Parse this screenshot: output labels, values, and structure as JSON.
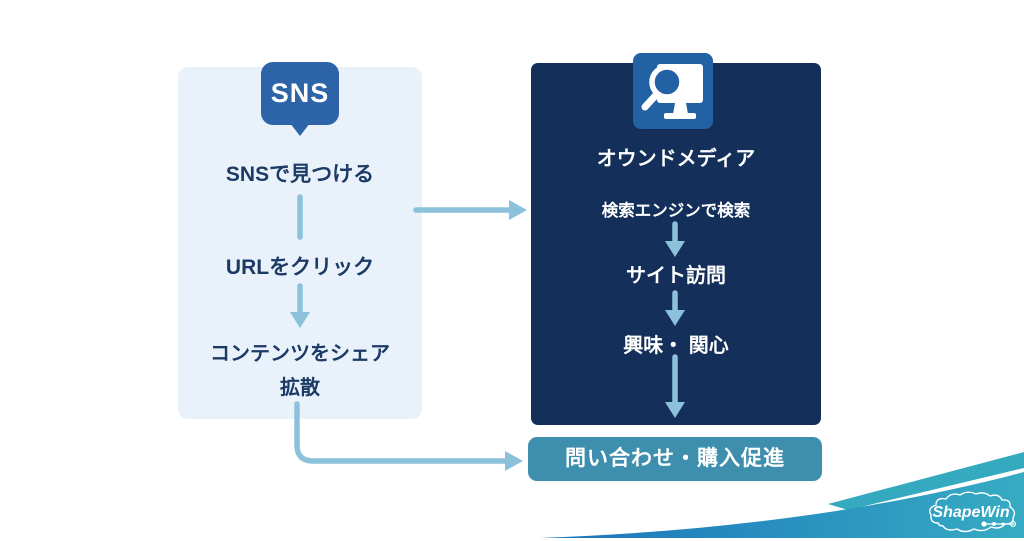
{
  "diagram": {
    "left_panel": {
      "bubble_label": "SNS",
      "steps": [
        "SNSで見つける",
        "URLをクリック",
        "コンテンツをシェア",
        "拡散"
      ]
    },
    "right_panel": {
      "title": "オウンドメディア",
      "steps": [
        "検索エンジンで検索",
        "サイト訪問",
        "興味・ 関心"
      ]
    },
    "cta_label": "問い合わせ・購入促進",
    "logo_text": "ShapeWin"
  },
  "icons": {
    "left_bubble": "sns-speech-bubble",
    "right_panel": "search-monitor-icon",
    "logo": "cloud-network-logo"
  },
  "colors": {
    "panelLight": "#e9f2fa",
    "brandBlue": "#2d64a7",
    "panelDark": "#142f59",
    "iconBlue": "#2361a5",
    "ctaTeal": "#3d8fad",
    "arrow": "#8cc1dc",
    "textDark": "#1c3a66",
    "textLight": "#ffffff",
    "swooshBlue": "#1b74bb",
    "swooshTeal": "#36abc3",
    "accentTeal": "#35a9bf"
  }
}
